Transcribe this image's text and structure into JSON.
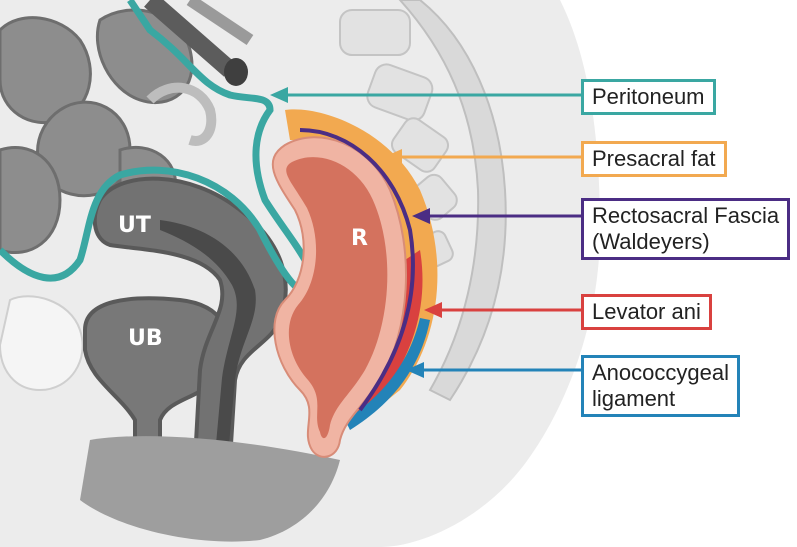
{
  "organ_labels": {
    "uterus": "UT",
    "bladder": "UB",
    "rectum": "R"
  },
  "callouts": {
    "peritoneum": {
      "label": "Peritoneum",
      "color": "#3aa7a2"
    },
    "presacral_fat": {
      "label": "Presacral fat",
      "color": "#f2a950"
    },
    "rectosacral_fascia": {
      "line1": "Rectosacral Fascia",
      "line2": "(Waldeyers)",
      "color": "#4b2d84"
    },
    "levator_ani": {
      "label": "Levator ani",
      "color": "#d9413f"
    },
    "anococcygeal": {
      "line1": "Anococcygeal",
      "line2": "ligament",
      "color": "#2383b8"
    }
  }
}
